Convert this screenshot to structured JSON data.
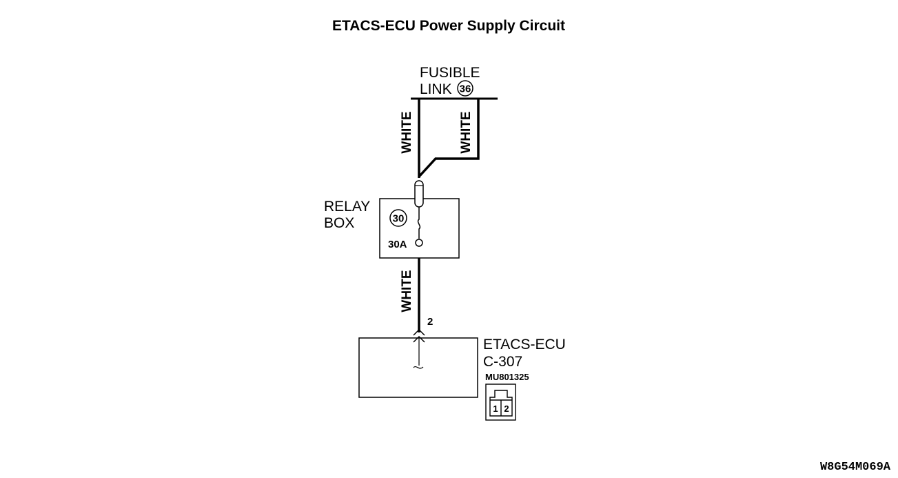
{
  "title": "ETACS-ECU Power Supply Circuit",
  "fusible_link": {
    "line1": "FUSIBLE",
    "line2": "LINK",
    "number": "36"
  },
  "wires": {
    "left_top": "WHITE",
    "right_top": "WHITE",
    "bottom": "WHITE"
  },
  "relay_box": {
    "line1": "RELAY",
    "line2": "BOX",
    "fuse_number": "30",
    "fuse_rating": "30A"
  },
  "ecu": {
    "pin": "2",
    "name": "ETACS-ECU",
    "connector": "C-307",
    "part_number": "MU801325",
    "connector_pins": [
      "1",
      "2"
    ]
  },
  "figure_code": "W8G54M069A"
}
